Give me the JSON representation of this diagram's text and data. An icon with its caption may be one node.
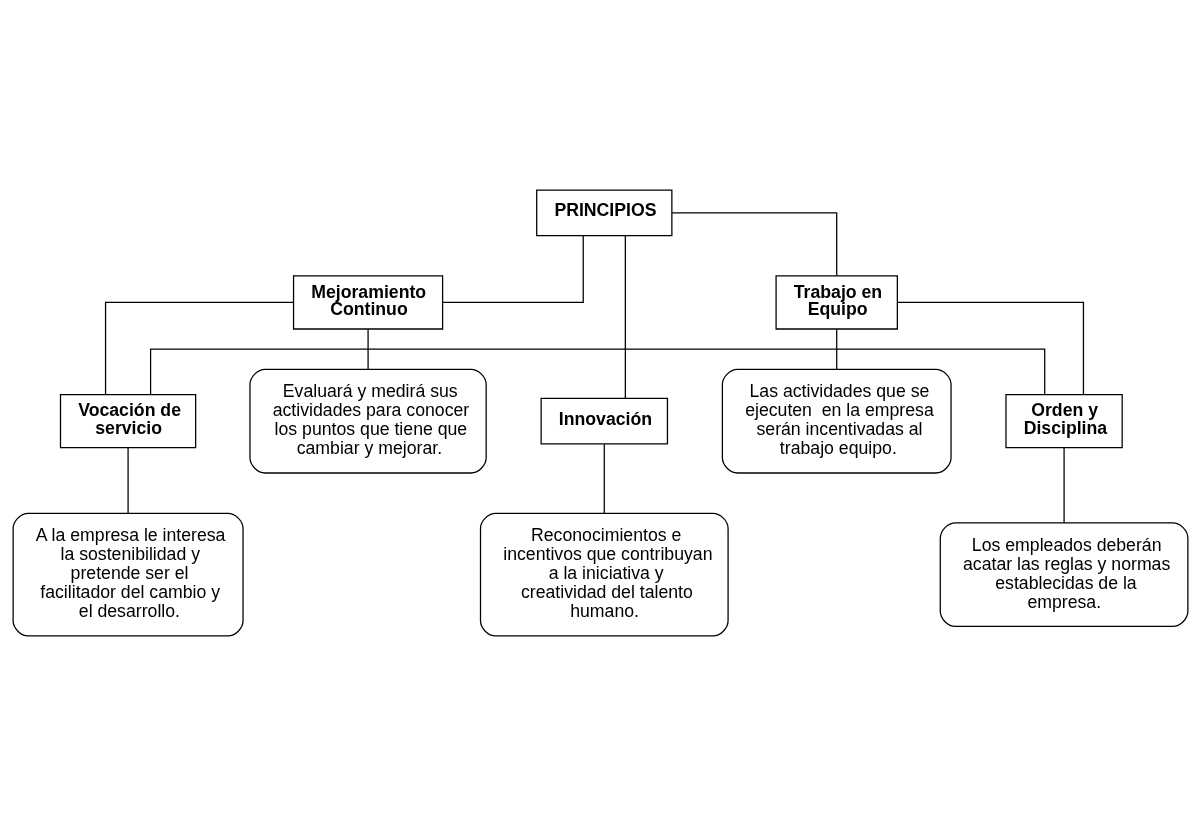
{
  "diagram": {
    "nodes": [
      {
        "text": [
          "PRINCIPIOS"
        ]
      },
      {
        "text": [
          "Mejoramiento Continuo"
        ]
      },
      {
        "text": [
          "Evaluará y medirá sus actividades para conocer los puntos que tiene que cambiar y mejorar."
        ]
      },
      {
        "text": [
          "Innovación"
        ]
      },
      {
        "text": [
          "Reconocimientos e incentivos que contribuyan a la iniciativa y creatividad del talento humano."
        ]
      },
      {
        "text": [
          "Trabajo en Equipo"
        ]
      },
      {
        "text": [
          "Las actividades que se ejecuten  en la empresa serán incentivadas al trabajo equipo."
        ]
      },
      {
        "text": [
          "Vocación de servicio"
        ]
      },
      {
        "text": [
          "A la empresa le interesa la sostenibilidad y pretende ser el facilitador del cambio y el desarrollo."
        ]
      },
      {
        "text": [
          "Orden y Disciplina"
        ]
      },
      {
        "text": [
          "Los empleados deberán acatar las reglas y normas establecidas de la empresa."
        ]
      }
    ],
    "edges": [
      {
        "from": 0,
        "to": 3,
        "arrow": "none"
      },
      {
        "from": 0,
        "to": 1,
        "arrow": "none"
      },
      {
        "from": 0,
        "to": 5,
        "arrow": "none"
      },
      {
        "from": 1,
        "to": 2,
        "arrow": "none"
      },
      {
        "from": 3,
        "to": 4,
        "arrow": "none"
      },
      {
        "from": 5,
        "to": 6,
        "arrow": "none"
      },
      {
        "from": 1,
        "to": 7,
        "arrow": "none"
      },
      {
        "from": 5,
        "to": 9,
        "arrow": "none"
      },
      {
        "from": 7,
        "to": 9,
        "arrow": "none"
      },
      {
        "from": 7,
        "to": 8,
        "arrow": "none"
      },
      {
        "from": 9,
        "to": 10,
        "arrow": "none"
      }
    ]
  }
}
